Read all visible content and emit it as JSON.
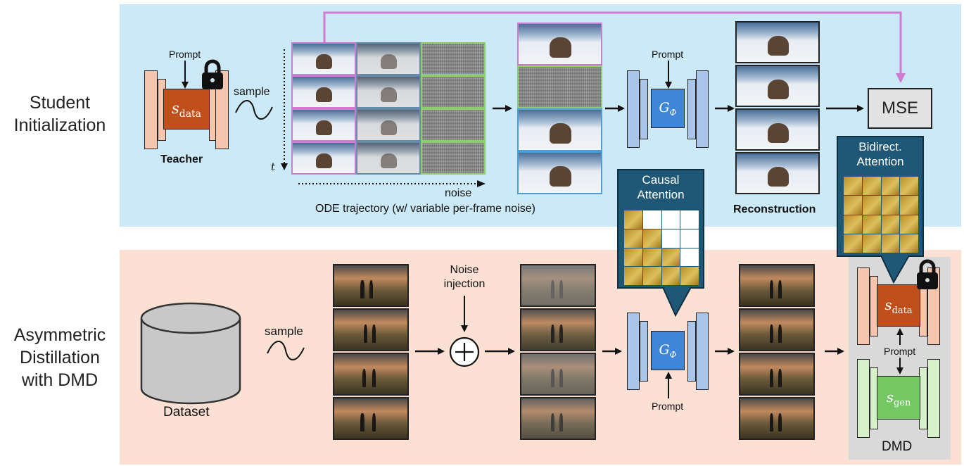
{
  "rows": {
    "top_label_line1": "Student",
    "top_label_line2": "Initialization",
    "bottom_label_line1": "Asymmetric",
    "bottom_label_line2": "Distillation",
    "bottom_label_line3": "with DMD"
  },
  "top": {
    "prompt": "Prompt",
    "teacher_label": "Teacher",
    "teacher_symbol": "s",
    "teacher_sub": "data",
    "sample": "sample",
    "t_axis": "t",
    "noise_axis": "noise",
    "ode_caption": "ODE trajectory (w/ variable per-frame noise)",
    "generator_prompt": "Prompt",
    "generator_symbol": "G",
    "generator_sub": "Φ",
    "reconstruction": "Reconstruction",
    "mse": "MSE",
    "causal_line1": "Causal",
    "causal_line2": "Attention",
    "bidirect_line1": "Bidirect.",
    "bidirect_line2": "Attention"
  },
  "bottom": {
    "dataset": "Dataset",
    "sample": "sample",
    "noise_line1": "Noise",
    "noise_line2": "injection",
    "generator_symbol": "G",
    "generator_sub": "Φ",
    "generator_prompt": "Prompt",
    "dmd_prompt": "Prompt",
    "real_symbol": "s",
    "real_sub": "data",
    "fake_symbol": "s",
    "fake_sub": "gen",
    "dmd_label": "DMD"
  },
  "colors": {
    "top_bg": "#cce9f7",
    "bottom_bg": "#fbe0d3",
    "teacher_bar": "#f5c6ad",
    "teacher_core": "#c04f1b",
    "generator_bar": "#a9c6ea",
    "generator_core": "#3f86d8",
    "fake_bar": "#d6f0c9",
    "fake_core": "#74c762",
    "callout": "#1f5876",
    "mse_box": "#e2e2e2",
    "dmd_box": "#d9d9d9",
    "traj_pink": "#d07ad0",
    "traj_blue": "#4a9fd8",
    "traj_green": "#8bcf6a"
  }
}
